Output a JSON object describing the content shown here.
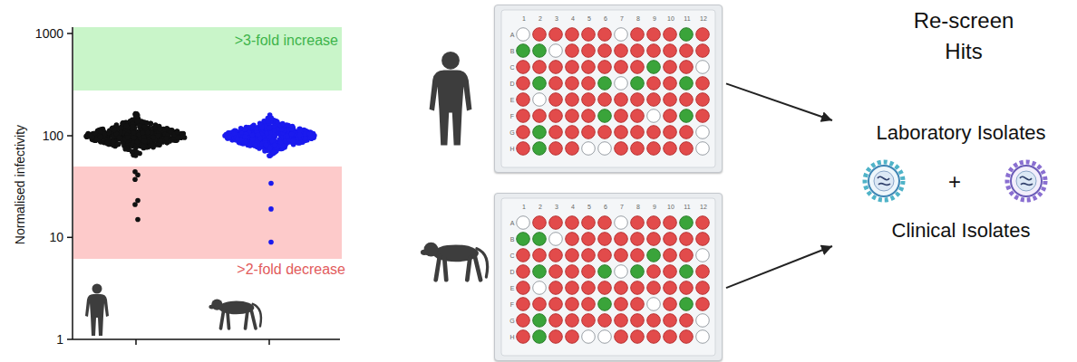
{
  "diagram": {
    "nodes": [
      {
        "text": [
          ">3-fold increase"
        ]
      },
      {
        "text": [
          ">2-fold decrease"
        ]
      },
      {
        "text": [
          "1",
          "2",
          "3",
          "4",
          "5",
          "6",
          "7",
          "8",
          "9",
          "10",
          "11",
          "12",
          "A",
          "B",
          "C",
          "D",
          "E",
          "F",
          "G",
          "H"
        ]
      },
      {
        "text": [
          "1",
          "2",
          "3",
          "4",
          "5",
          "6",
          "7",
          "8",
          "9",
          "10",
          "11",
          "12",
          "A",
          "B",
          "C",
          "D",
          "E",
          "F",
          "G",
          "H"
        ]
      },
      {
        "text": [
          "Re-screen Hits",
          "Laboratory Isolates",
          "+",
          "Clinical Isolates"
        ]
      }
    ],
    "edges": [
      {
        "from": 2,
        "to": 4,
        "arrow": "to"
      },
      {
        "from": 3,
        "to": 4,
        "arrow": "to"
      }
    ],
    "labels": [
      "1000",
      "100",
      "10",
      "1",
      "Normalised infectivity"
    ]
  }
}
